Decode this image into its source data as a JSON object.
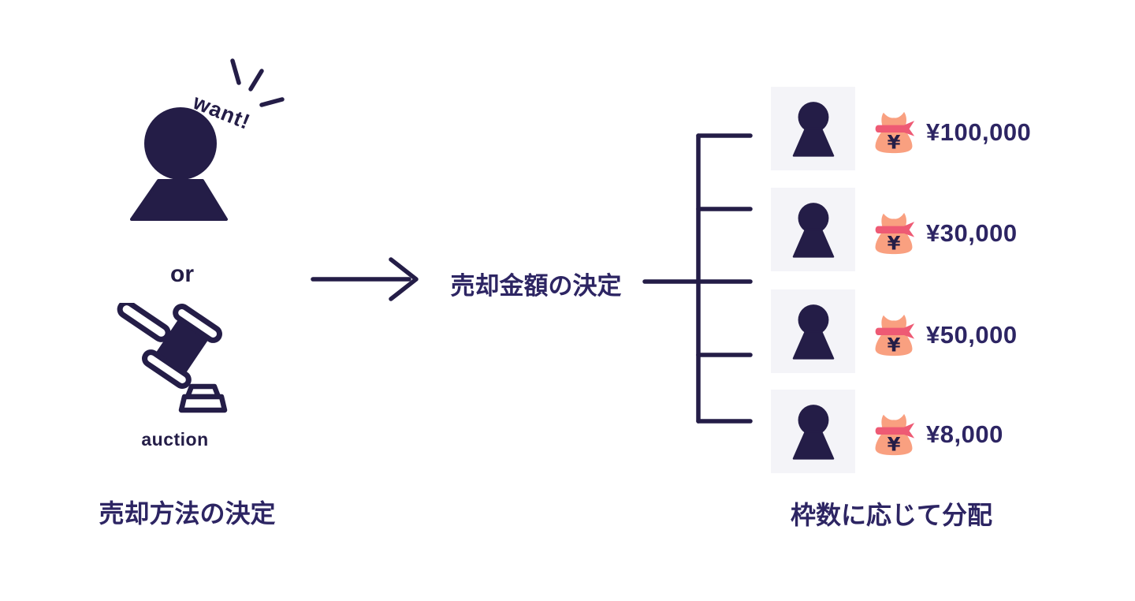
{
  "colors": {
    "navy": "#241d47",
    "text_indigo": "#2d2563",
    "bag_body": "#f9a080",
    "bag_ribbon": "#ee5a74",
    "tile_background": "#f4f4f8",
    "page_background": "#ffffff"
  },
  "left_group": {
    "want_label": "want!",
    "or_label": "or",
    "auction_label": "auction",
    "caption": "売却方法の決定",
    "icons": [
      "person-silhouette-icon",
      "auction-gavel-icon",
      "emphasis-burst-icon"
    ]
  },
  "center": {
    "title": "売却金額の決定",
    "icon": "right-arrow-icon"
  },
  "right_group": {
    "caption": "枠数に応じて分配",
    "recipients": [
      {
        "amount": "¥100,000"
      },
      {
        "amount": "¥30,000"
      },
      {
        "amount": "¥50,000"
      },
      {
        "amount": "¥8,000"
      }
    ],
    "icons": [
      "person-silhouette-icon",
      "money-bag-icon",
      "branch-bracket-icon"
    ]
  }
}
